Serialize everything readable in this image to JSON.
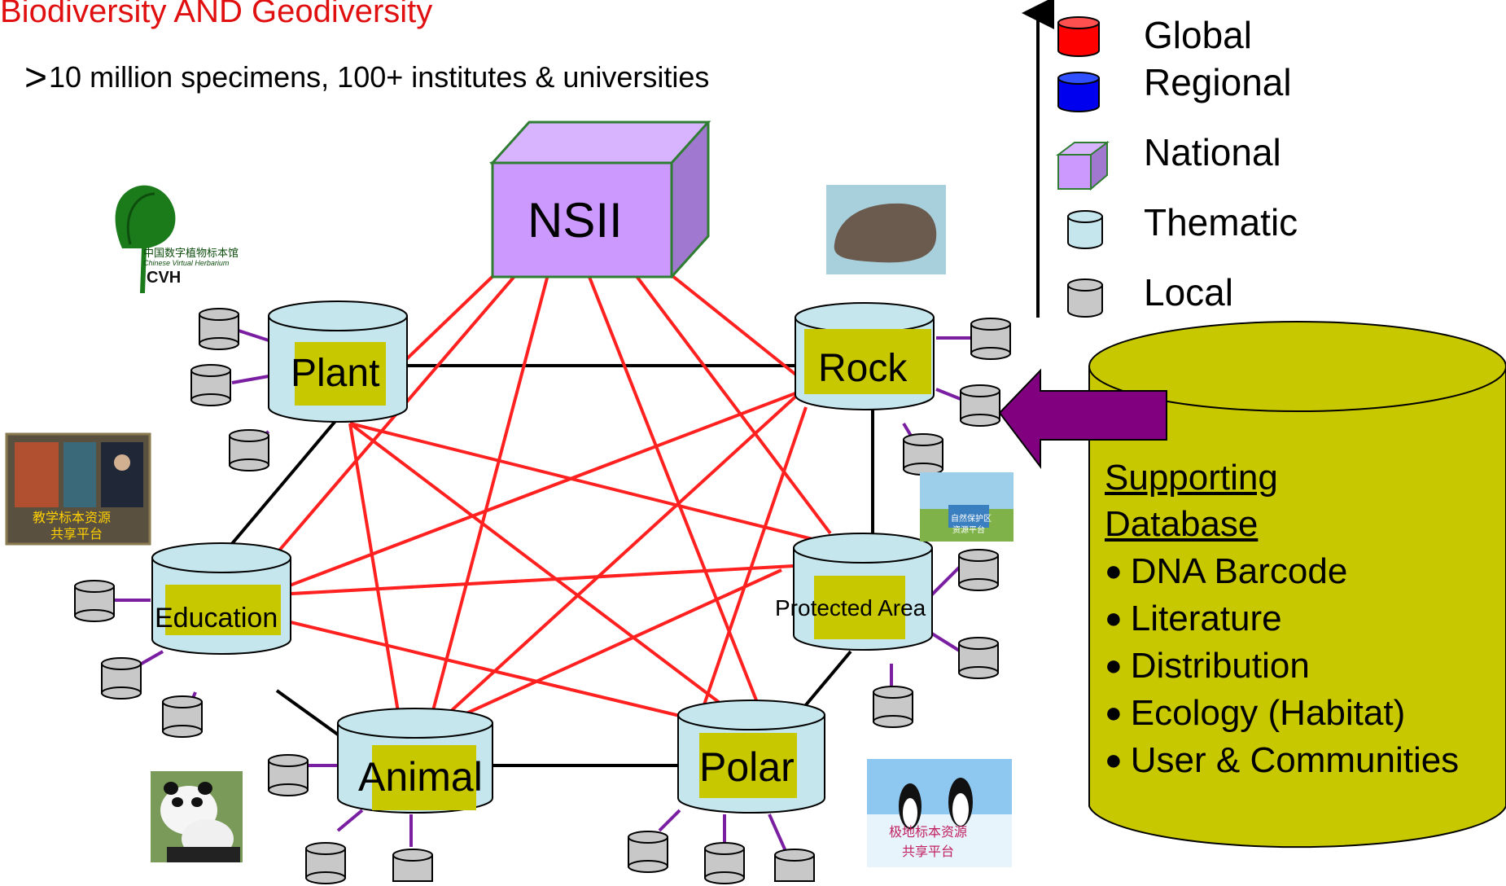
{
  "title": "Biodiversity AND Geodiversity",
  "subtitle": {
    "symbol": ">",
    "text": "10 million specimens, 100+ institutes & universities"
  },
  "hub": {
    "label": "NSII"
  },
  "nodes": {
    "plant": "Plant",
    "rock": "Rock",
    "education": "Education",
    "protected_area": "Protected Area",
    "animal": "Animal",
    "polar": "Polar"
  },
  "legend": {
    "items": [
      {
        "label": "Global",
        "color": "#ff0000"
      },
      {
        "label": "Regional",
        "color": "#0000ee"
      },
      {
        "label": "National",
        "color": "#cc99ff"
      },
      {
        "label": "Thematic",
        "color": "#c5e6ec"
      },
      {
        "label": "Local",
        "color": "#c8c8c8"
      }
    ]
  },
  "supporting_db": {
    "heading_line1": "Supporting ",
    "heading_line2": "Database",
    "items": [
      "DNA Barcode",
      "Literature",
      "Distribution",
      "Ecology (Habitat)",
      "User & Communities"
    ]
  },
  "images": {
    "cvh_chinese": "中国数字植物标本馆",
    "cvh_english": "Chinese Virtual Herbarium",
    "cvh_abbr": "CVH",
    "education_text_1": "教学标本资源",
    "education_text_2": "共享平台",
    "protected_text_1": "自然保护区",
    "protected_text_2": "资源平台",
    "polar_text_1": "极地标本资源",
    "polar_text_2": "共享平台"
  },
  "colors": {
    "title": "#e01010",
    "red_link": "#ff2020",
    "black_link": "#000000",
    "local_link": "#7b1fa2",
    "thematic_fill": "#c5e6ec",
    "label_highlight": "#c8c800",
    "database_fill": "#c8c800",
    "arrow_fill": "#800080",
    "hub_fill": "#cc99ff",
    "local_fill": "#c8c8c8"
  }
}
